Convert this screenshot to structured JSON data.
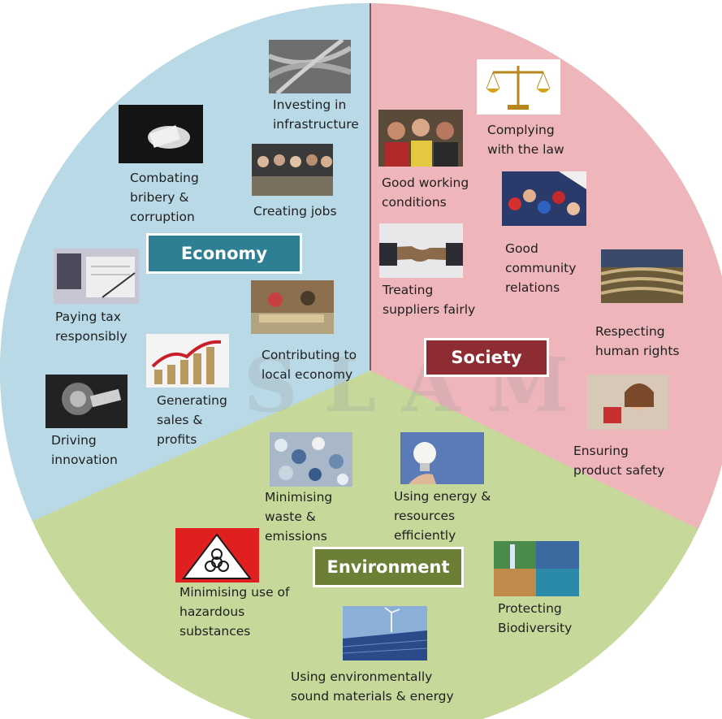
{
  "colors": {
    "economy": "#b9d9e6",
    "society": "#eeb5ba",
    "environment": "#c6d99b",
    "economy_pill": "#2e7f93",
    "society_pill": "#8e2c33",
    "environment_pill": "#6b7f36",
    "divider": "#8a5560"
  },
  "sections": {
    "economy": "Economy",
    "society": "Society",
    "environment": "Environment"
  },
  "economy_items": {
    "infrastructure": "Investing in\ninfrastructure",
    "bribery": "Combating\nbribery &\ncorruption",
    "jobs": "Creating jobs",
    "tax": "Paying tax\nresponsibly",
    "local": "Contributing to\nlocal economy",
    "sales": "Generating\nsales &\nprofits",
    "innovation": "Driving\ninnovation"
  },
  "society_items": {
    "law": "Complying\nwith the law",
    "working": "Good working\nconditions",
    "community": "Good\ncommunity\nrelations",
    "suppliers": "Treating\nsuppliers fairly",
    "rights": "Respecting\nhuman rights",
    "safety": "Ensuring\nproduct safety"
  },
  "environment_items": {
    "waste": "Minimising\nwaste &\nemissions",
    "energy": "Using energy &\nresources\nefficiently",
    "hazardous": "Minimising use of\nhazardous\nsubstances",
    "biodiversity": "Protecting\nBiodiversity",
    "materials": "Using environmentally\nsound materials & energy"
  },
  "icons": {
    "hazard": "biohazard-icon",
    "scales": "scales-of-justice-icon",
    "bulb": "light-bulb-icon"
  }
}
